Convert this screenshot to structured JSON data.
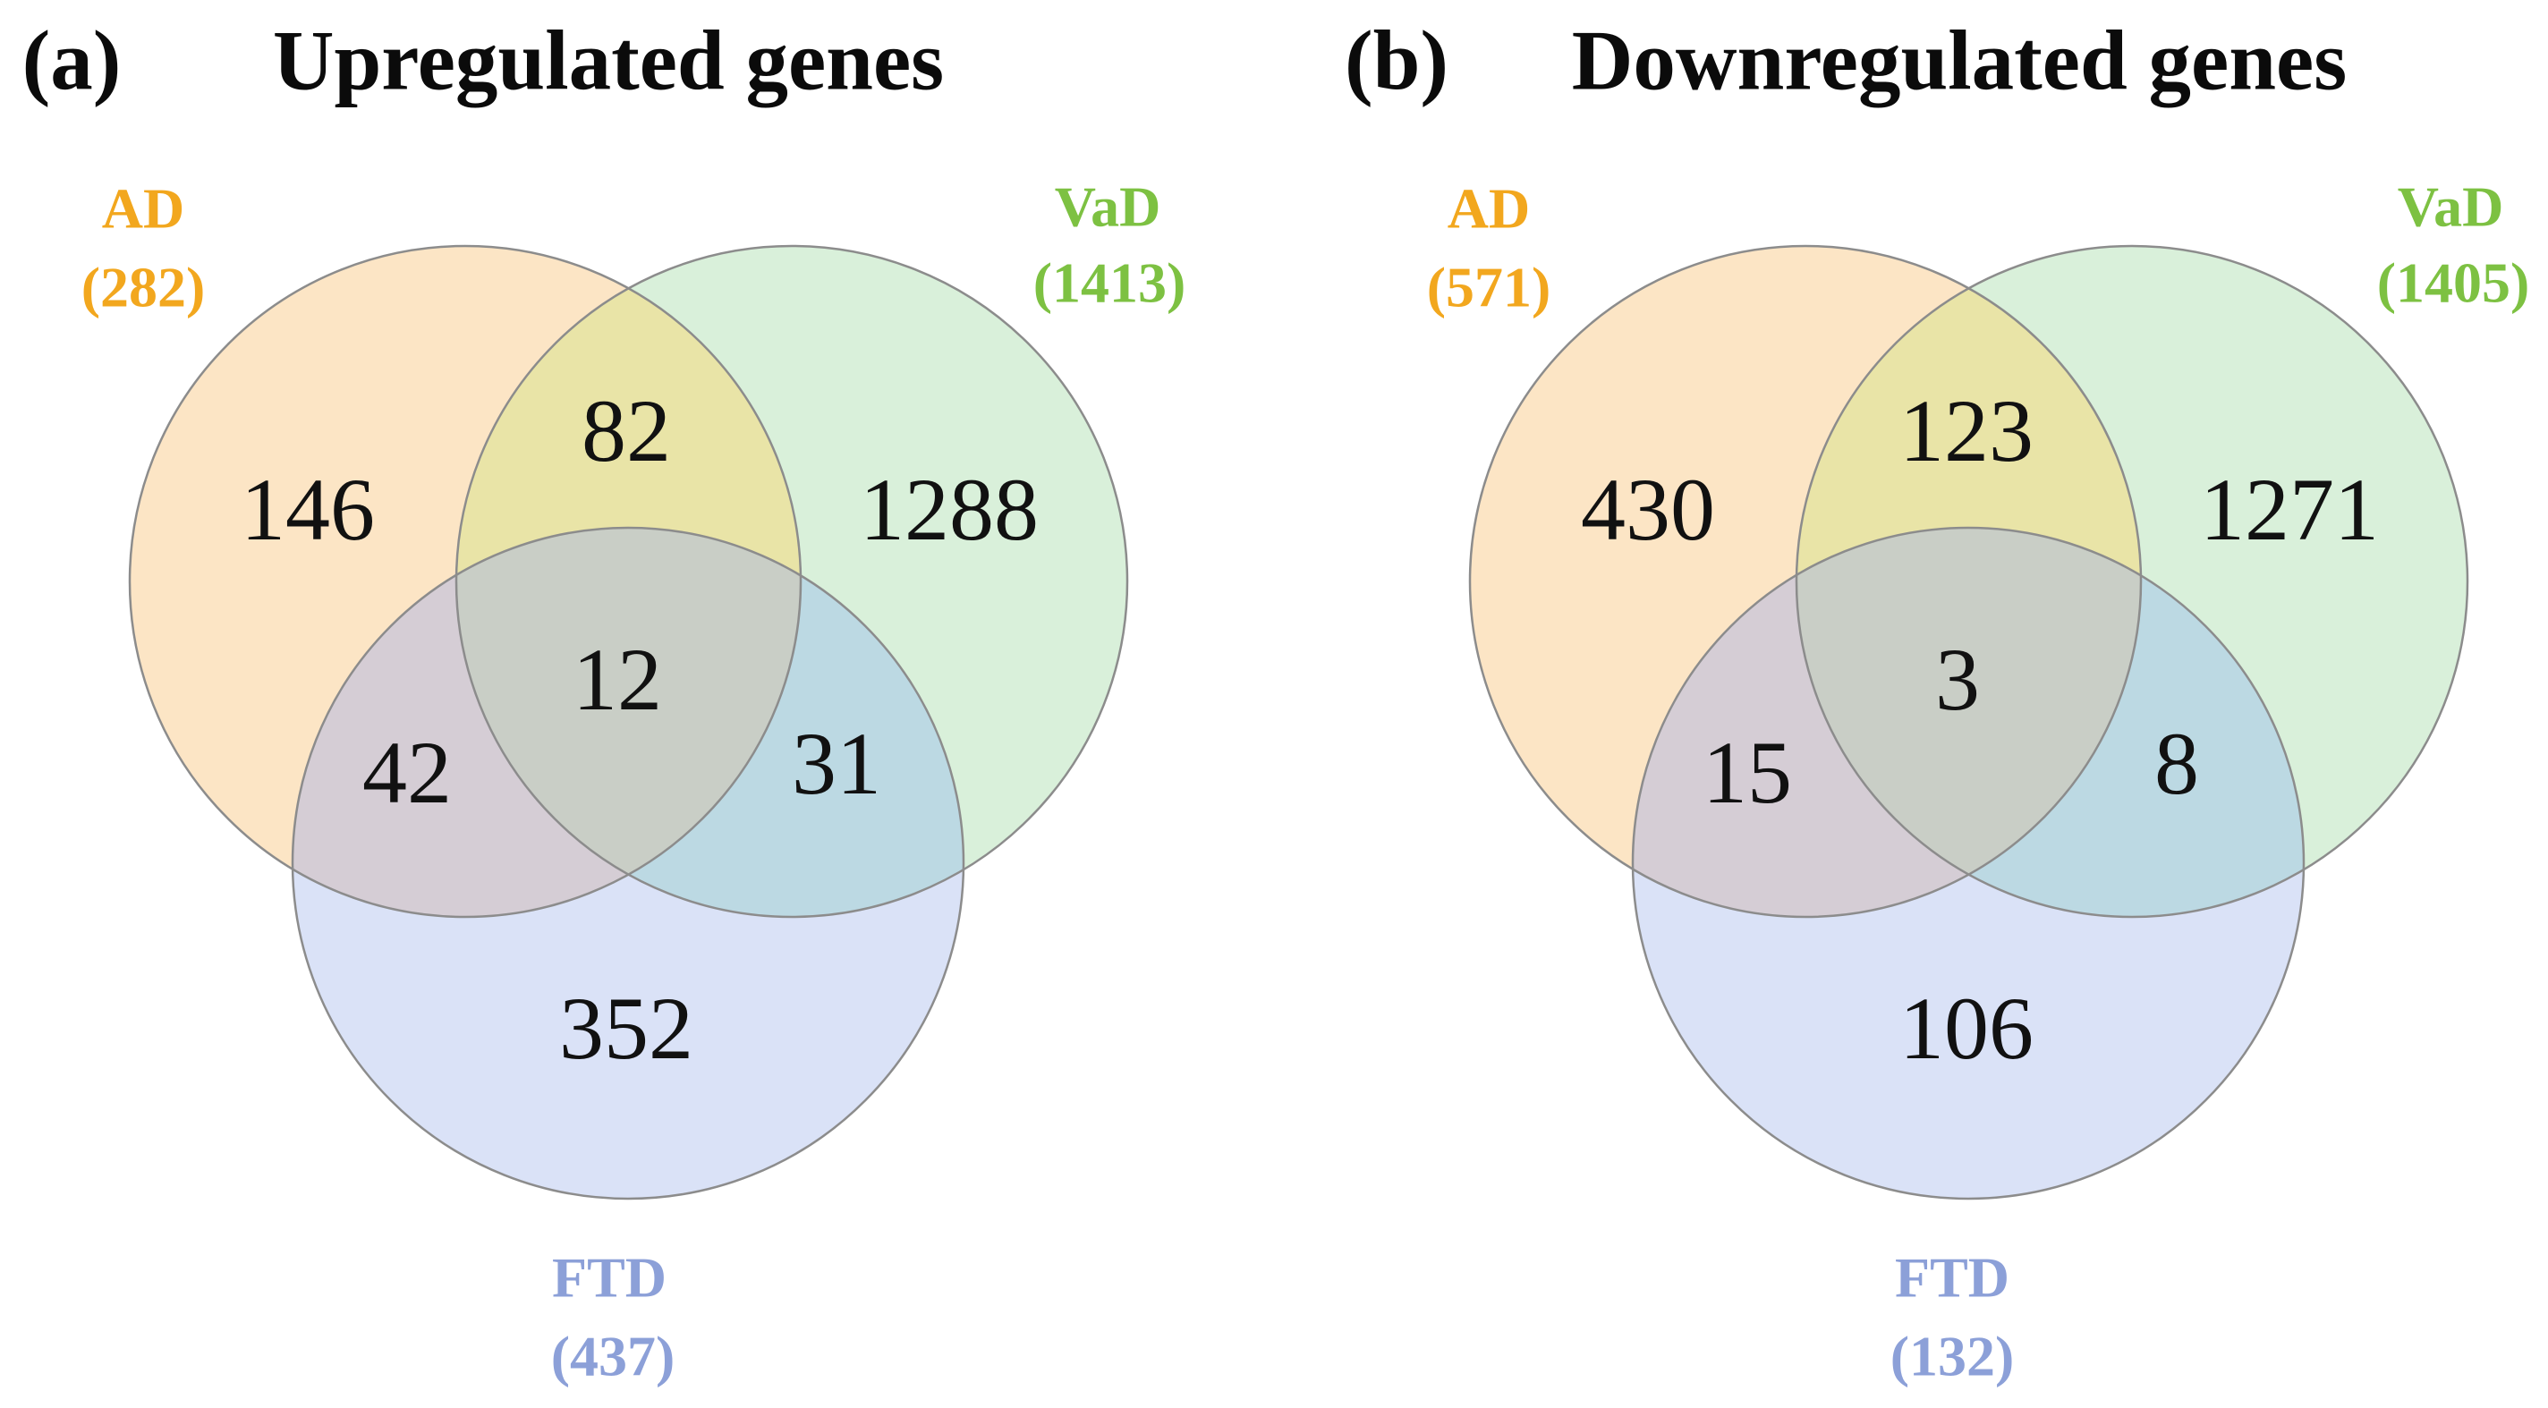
{
  "figure": {
    "panels": [
      {
        "tag": "(a)",
        "title": "Upregulated genes",
        "sets": {
          "ad": {
            "name": "AD",
            "size": "(282)"
          },
          "vad": {
            "name": "VaD",
            "size": "(1413)"
          },
          "ftd": {
            "name": "FTD",
            "size": "(437)"
          }
        },
        "counts": {
          "ad_only": "146",
          "ad_vad": "82",
          "vad_only": "1288",
          "ad_vad_ftd": "12",
          "ad_ftd": "42",
          "vad_ftd": "31",
          "ftd_only": "352"
        }
      },
      {
        "tag": "(b)",
        "title": "Downregulated genes",
        "sets": {
          "ad": {
            "name": "AD",
            "size": "(571)"
          },
          "vad": {
            "name": "VaD",
            "size": "(1405)"
          },
          "ftd": {
            "name": "FTD",
            "size": "(132)"
          }
        },
        "counts": {
          "ad_only": "430",
          "ad_vad": "123",
          "vad_only": "1271",
          "ad_vad_ftd": "3",
          "ad_ftd": "15",
          "vad_ftd": "8",
          "ftd_only": "106"
        }
      }
    ],
    "colors": {
      "ad_fill": "#FCE5C5",
      "vad_fill": "#D9F0DA",
      "ftd_fill": "#DAE2F7",
      "ad_vad_fill": "#E9E4A7",
      "ad_ftd_fill": "#D5CDD5",
      "vad_ftd_fill": "#BCD9E3",
      "center_fill": "#C9CEC6",
      "circle_stroke": "#8C8C8C",
      "ad_label": "#F2A71E",
      "vad_label": "#7DC142",
      "ftd_label": "#8CA0D8"
    }
  },
  "chart_data": [
    {
      "type": "venn3",
      "title": "(a) Upregulated genes",
      "sets": [
        {
          "name": "AD",
          "total": 282
        },
        {
          "name": "VaD",
          "total": 1413
        },
        {
          "name": "FTD",
          "total": 437
        }
      ],
      "regions": {
        "AD_only": 146,
        "VaD_only": 1288,
        "FTD_only": 352,
        "AD_VaD": 82,
        "AD_FTD": 42,
        "VaD_FTD": 31,
        "AD_VaD_FTD": 12
      }
    },
    {
      "type": "venn3",
      "title": "(b) Downregulated genes",
      "sets": [
        {
          "name": "AD",
          "total": 571
        },
        {
          "name": "VaD",
          "total": 1405
        },
        {
          "name": "FTD",
          "total": 132
        }
      ],
      "regions": {
        "AD_only": 430,
        "VaD_only": 1271,
        "FTD_only": 106,
        "AD_VaD": 123,
        "AD_FTD": 15,
        "VaD_FTD": 8,
        "AD_VaD_FTD": 3
      }
    }
  ]
}
